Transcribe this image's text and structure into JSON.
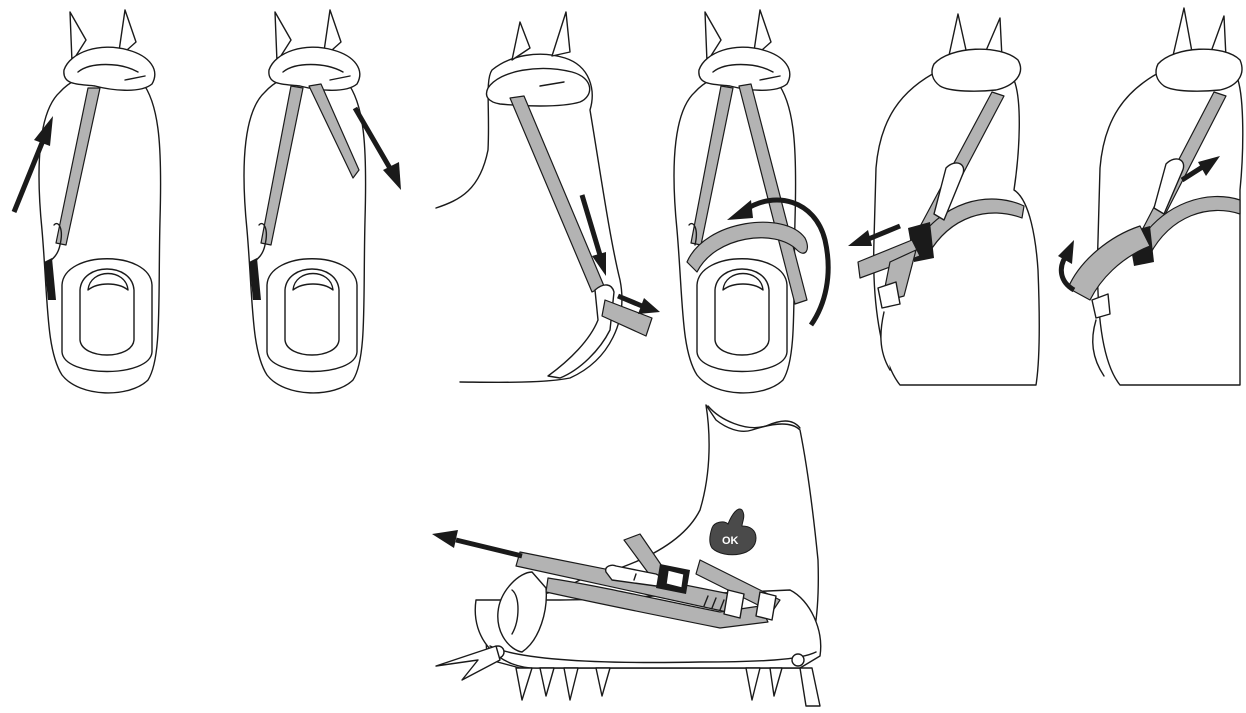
{
  "panels": [
    {
      "id": "step-1"
    },
    {
      "id": "step-2"
    },
    {
      "id": "step-3"
    },
    {
      "id": "step-4"
    },
    {
      "id": "step-5"
    },
    {
      "id": "step-6"
    },
    {
      "id": "final"
    }
  ],
  "ok_badge": {
    "label": "OK"
  },
  "colors": {
    "outline": "#1a1a1a",
    "strap": "#b3b3b3",
    "background": "#ffffff"
  }
}
